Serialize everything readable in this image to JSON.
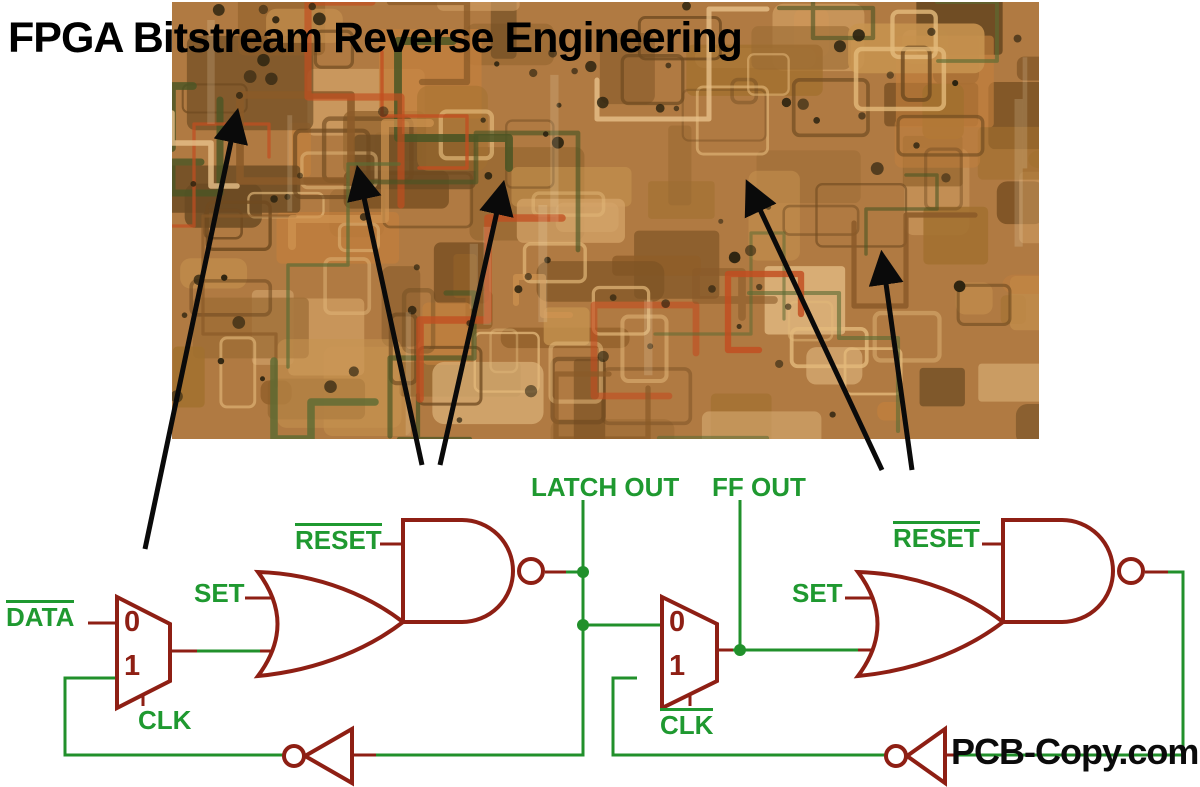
{
  "title": "FPGA Bitstream Reverse Engineering",
  "watermark": "PCB-Copy.com",
  "colors": {
    "label_green": "#1f9930",
    "wire_green": "#21902b",
    "gate_dark_red": "#8e1f14",
    "arrow_black": "#0a0a0a",
    "background": "#ffffff"
  },
  "die_photo": {
    "alt": "microscope die photograph of FPGA silicon with metal traces",
    "palette": {
      "base": "#b07a42",
      "patches": [
        "#c6924f",
        "#a2702f",
        "#8f5e28",
        "#d4a367",
        "#7c5224",
        "#c27f3d",
        "#9a6a33",
        "#dcb27a",
        "#6b4a22"
      ],
      "traces": [
        "#5d6b33",
        "#4a5524",
        "#d09450",
        "#8a5a28",
        "#e6c089",
        "#c24d20"
      ],
      "outlines": [
        "#6f4a20",
        "#e3b97b"
      ],
      "vias": "#2c2310",
      "highlight": "#f6e3c0"
    }
  },
  "schematic": {
    "latch1": {
      "data_label": "DATA",
      "set_label": "SET",
      "reset_label": "RESET",
      "clk_label": "CLK",
      "mux_inputs": [
        "0",
        "1"
      ],
      "output_label": "LATCH OUT"
    },
    "latch2": {
      "set_label": "SET",
      "reset_label": "RESET",
      "clk_label": "CLK",
      "mux_inputs": [
        "0",
        "1"
      ],
      "output_label": "FF OUT"
    }
  }
}
